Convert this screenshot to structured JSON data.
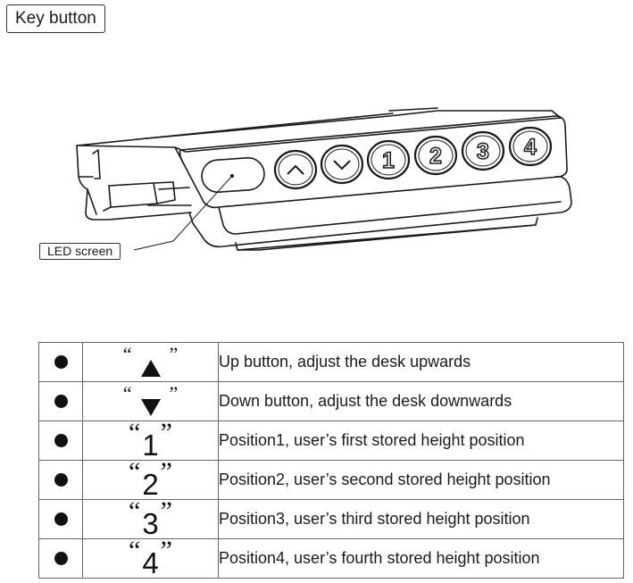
{
  "title": "Key button",
  "device": {
    "led_label": "LED screen",
    "key_labels": [
      "1",
      "2",
      "3",
      "4"
    ]
  },
  "table": {
    "rows": [
      {
        "symbol_type": "triangle-up",
        "open_quote": "“",
        "close_quote": "”",
        "description": "Up button, adjust the desk upwards"
      },
      {
        "symbol_type": "triangle-down",
        "open_quote": "“",
        "close_quote": "”",
        "description": "Down button, adjust the desk downwards"
      },
      {
        "symbol_type": "number",
        "open_quote": "“",
        "number": "1",
        "close_quote": "”",
        "description": "Position1, user’s first stored height position"
      },
      {
        "symbol_type": "number",
        "open_quote": "“",
        "number": "2",
        "close_quote": "”",
        "description": "Position2, user’s second stored height position"
      },
      {
        "symbol_type": "number",
        "open_quote": "“",
        "number": "3",
        "close_quote": "”",
        "description": "Position3, user’s third stored height position"
      },
      {
        "symbol_type": "number",
        "open_quote": "“",
        "number": "4",
        "close_quote": "”",
        "description": "Position4, user’s fourth stored height position"
      }
    ]
  }
}
